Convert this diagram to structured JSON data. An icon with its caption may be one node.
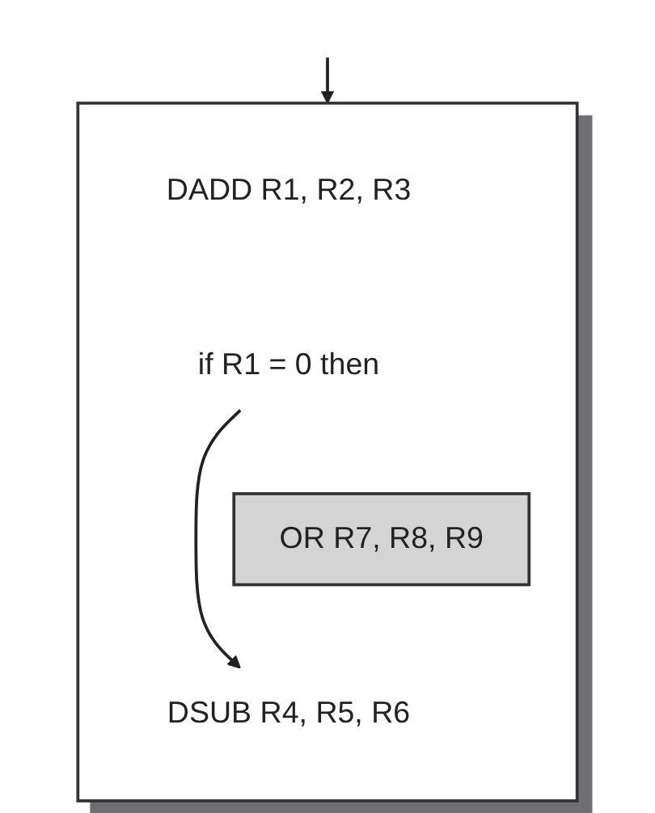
{
  "diagram": {
    "nodes": [
      {
        "text": [],
        "shape": "box"
      },
      {
        "text": [
          "DADD R1, R2, R3"
        ],
        "in": 0
      },
      {
        "text": [
          "if R1 = 0 then"
        ],
        "in": 0
      },
      {
        "text": [
          "OR R7, R8, R9"
        ],
        "in": 0
      },
      {
        "text": [
          "DSUB R4, R5, R6"
        ],
        "in": 0
      }
    ],
    "edges": [
      {
        "from": null,
        "to": 0,
        "arrow": "to"
      },
      {
        "from": 2,
        "to": 4,
        "arrow": "to"
      }
    ]
  }
}
